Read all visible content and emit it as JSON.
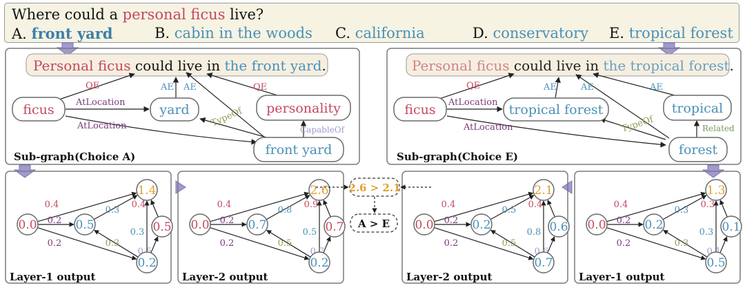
{
  "question": {
    "prefix": "Where could a ",
    "highlight": "personal ficus",
    "suffix": " live?"
  },
  "choices": [
    {
      "letter": "A.",
      "text": "front yard",
      "selected": true
    },
    {
      "letter": "B.",
      "text": "cabin in the woods",
      "selected": false
    },
    {
      "letter": "C.",
      "text": "california",
      "selected": false
    },
    {
      "letter": "D.",
      "text": "conservatory",
      "selected": false
    },
    {
      "letter": "E.",
      "text": "tropical forest",
      "selected": false
    }
  ],
  "subgraph_a": {
    "label": "Sub-graph(Choice A)",
    "statement": {
      "a": "Personal ficus",
      "b": " could live in ",
      "c": "the front yard",
      "d": "."
    },
    "nodes": {
      "ficus": "ficus",
      "yard": "yard",
      "personality": "personality",
      "front_yard": "front yard"
    },
    "edges": {
      "qe1": "QE",
      "qe2": "QE",
      "ae1": "AE",
      "ae2": "AE",
      "atloc1": "AtLocation",
      "atloc2": "AtLocation",
      "typeof": "TypeOf",
      "capableof": "CapableOf"
    }
  },
  "subgraph_e": {
    "label": "Sub-graph(Choice E)",
    "statement": {
      "a": "Personal ficus",
      "b": " could live in ",
      "c": "the tropical forest",
      "d": "."
    },
    "nodes": {
      "ficus": "ficus",
      "tropical_forest": "tropical forest",
      "tropical": "tropical",
      "forest": "forest"
    },
    "edges": {
      "qe1": "QE",
      "qe2": "QE",
      "ae1": "AE",
      "ae2": "AE",
      "ae3": "AE",
      "atloc1": "AtLocation",
      "atloc2": "AtLocation",
      "typeof": "TypeOf",
      "related": "Related"
    }
  },
  "layers": [
    {
      "label": "Layer-1 output",
      "nodes": [
        "0.0",
        "0.5",
        "1.4",
        "0.5",
        "0.2"
      ],
      "edges": [
        "0.4",
        "0.2",
        "0.2",
        "0.3",
        "0.3",
        "0.4",
        "0.3",
        "0.5"
      ]
    },
    {
      "label": "Layer-2 output",
      "nodes": [
        "0.0",
        "0.7",
        "2.6",
        "0.7",
        "0.2"
      ],
      "edges": [
        "0.4",
        "0.2",
        "0.2",
        "0.8",
        "0.5",
        "0.9",
        "0.5",
        "0.7"
      ]
    },
    {
      "label": "Layer-2 output",
      "nodes": [
        "0.0",
        "0.2",
        "2.1",
        "0.6",
        "0.7"
      ],
      "edges": [
        "0.4",
        "0.2",
        "0.2",
        "0.5",
        "0.5",
        "0.4",
        "0.8",
        "0.6"
      ]
    },
    {
      "label": "Layer-1 output",
      "nodes": [
        "0.0",
        "0.2",
        "1.3",
        "0.1",
        "0.5"
      ],
      "edges": [
        "0.4",
        "0.2",
        "0.2",
        "0.3",
        "0.3",
        "0.3",
        "0.3",
        "0.1"
      ]
    }
  ],
  "compare": {
    "score": "2.6 > 2.1",
    "result": "A > E"
  },
  "colors": {
    "red": "#c4485e",
    "blue": "#4a90b8",
    "purple": "#7a3a7a",
    "orange": "#e0a030",
    "olive": "#9a9a5a",
    "lavender": "#a09ad0",
    "green": "#7a9a5a",
    "gray": "#8a8a8a"
  }
}
